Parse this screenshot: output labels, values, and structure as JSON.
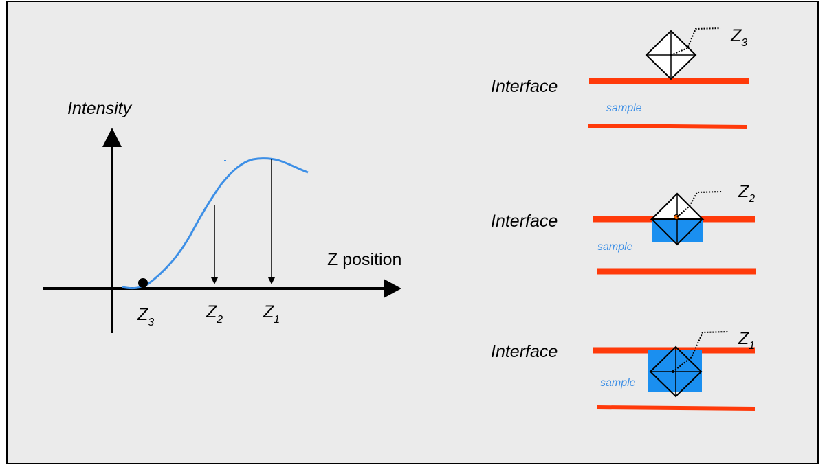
{
  "colors": {
    "background": "#ebebeb",
    "border": "#000000",
    "curve": "#3d8fe6",
    "interface_line": "#ff3a0a",
    "sample_fill": "#1a8ff0",
    "sample_text": "#3d8fe6",
    "ink": "#000000"
  },
  "graph": {
    "y_axis_label": "Intensity",
    "x_axis_label": "Z position",
    "ticks": [
      {
        "letter": "Z",
        "sub": "3"
      },
      {
        "letter": "Z",
        "sub": "2"
      },
      {
        "letter": "Z",
        "sub": "1"
      }
    ]
  },
  "panels": [
    {
      "interface_label": "Interface",
      "sample_label": "sample",
      "z": {
        "letter": "Z",
        "sub": "3"
      },
      "indenter_state": "above surface"
    },
    {
      "interface_label": "Interface",
      "sample_label": "sample",
      "z": {
        "letter": "Z",
        "sub": "2"
      },
      "indenter_state": "half immersed"
    },
    {
      "interface_label": "Interface",
      "sample_label": "sample",
      "z": {
        "letter": "Z",
        "sub": "1"
      },
      "indenter_state": "fully immersed"
    }
  ]
}
